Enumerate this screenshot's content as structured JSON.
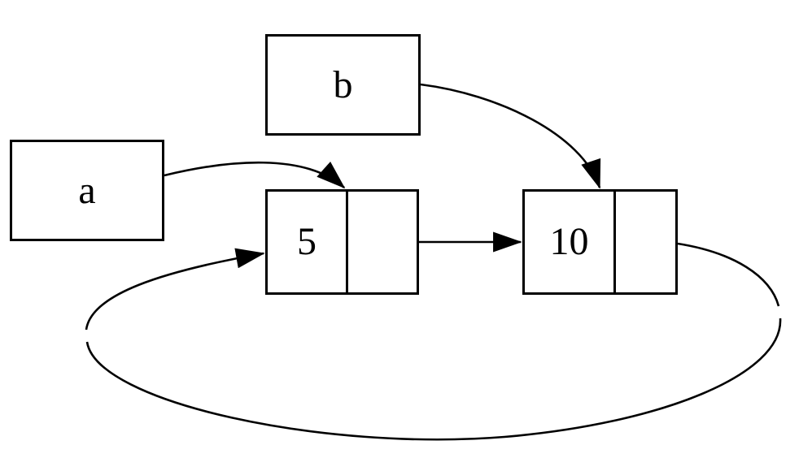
{
  "diagram": {
    "type": "linked-list-graph",
    "background_color": "#ffffff",
    "line_color": "#000000",
    "text_color": "#000000",
    "variable_boxes": [
      {
        "id": "a",
        "label": "a",
        "points_to": "node-5"
      },
      {
        "id": "b",
        "label": "b",
        "points_to": "node-10"
      }
    ],
    "list_nodes": [
      {
        "id": "node-5",
        "value": "5",
        "next_cell": ""
      },
      {
        "id": "node-10",
        "value": "10",
        "next_cell": ""
      }
    ],
    "edges": [
      {
        "from": "a",
        "to": "node-5",
        "shape": "curve-to-top"
      },
      {
        "from": "b",
        "to": "node-10",
        "shape": "curve-to-top"
      },
      {
        "from": "node-5",
        "to": "node-10",
        "shape": "straight-horizontal"
      },
      {
        "from": "node-10",
        "to": "node-5",
        "shape": "loop-around-bottom"
      }
    ]
  }
}
